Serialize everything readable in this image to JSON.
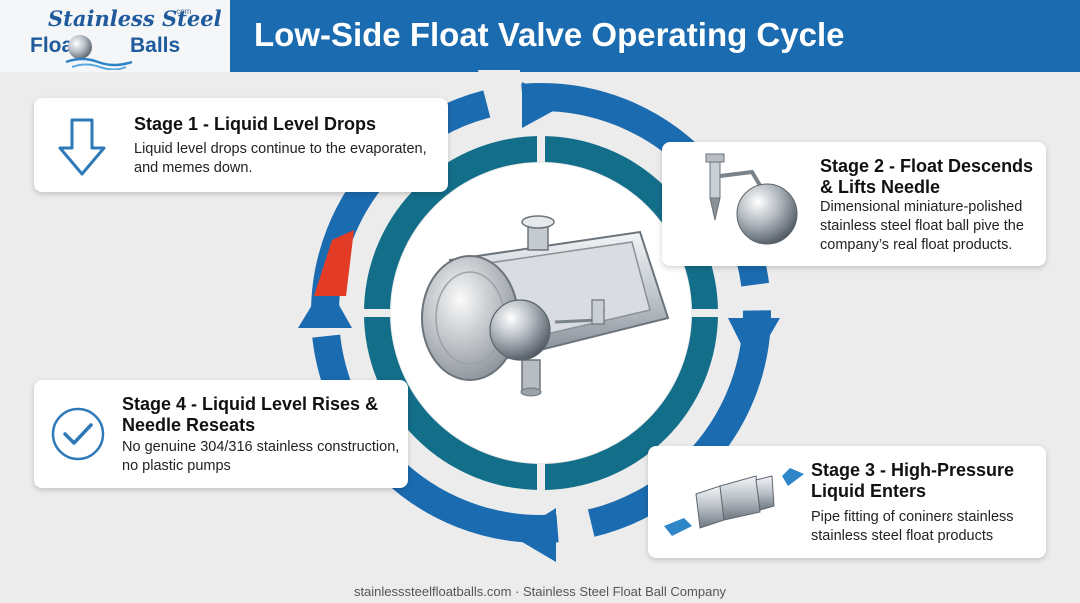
{
  "logo": {
    "line1": "Stainless Steel",
    "word_float": "Float",
    "word_balls": "Balls",
    "suffix": ".com"
  },
  "title": "Low-Side Float Valve Operating Cycle",
  "stages": [
    {
      "title": "Stage 1 - Liquid Level Drops",
      "text": "Liquid level drops continue to the evaporaten, and memes down.",
      "icon": "down-arrow-icon"
    },
    {
      "title": "Stage 2 - Float Descends & Lifts Needle",
      "text": "Dimensional miniature-polished stainless steel float ball pive the company’s real float products.",
      "icon": "float-needle-valve-icon"
    },
    {
      "title": "Stage 3 - High-Pressure Liquid Enters",
      "text": "Pipe fitting of coninerɛ stainless stainless steel float products",
      "icon": "pipe-fitting-icon"
    },
    {
      "title": "Stage 4 - Liquid Level Rises & Needle Reseats",
      "text": "No genuine 304/316 stainless construction, no plastic pumps",
      "icon": "checkmark-icon"
    }
  ],
  "footer": "stainlesssteelfloatballs.com · Stainless Steel Float Ball Company",
  "colors": {
    "primary_blue": "#1b6bb0",
    "dark_teal": "#136e8a",
    "accent_red": "#e23b26",
    "background": "#ececec"
  }
}
